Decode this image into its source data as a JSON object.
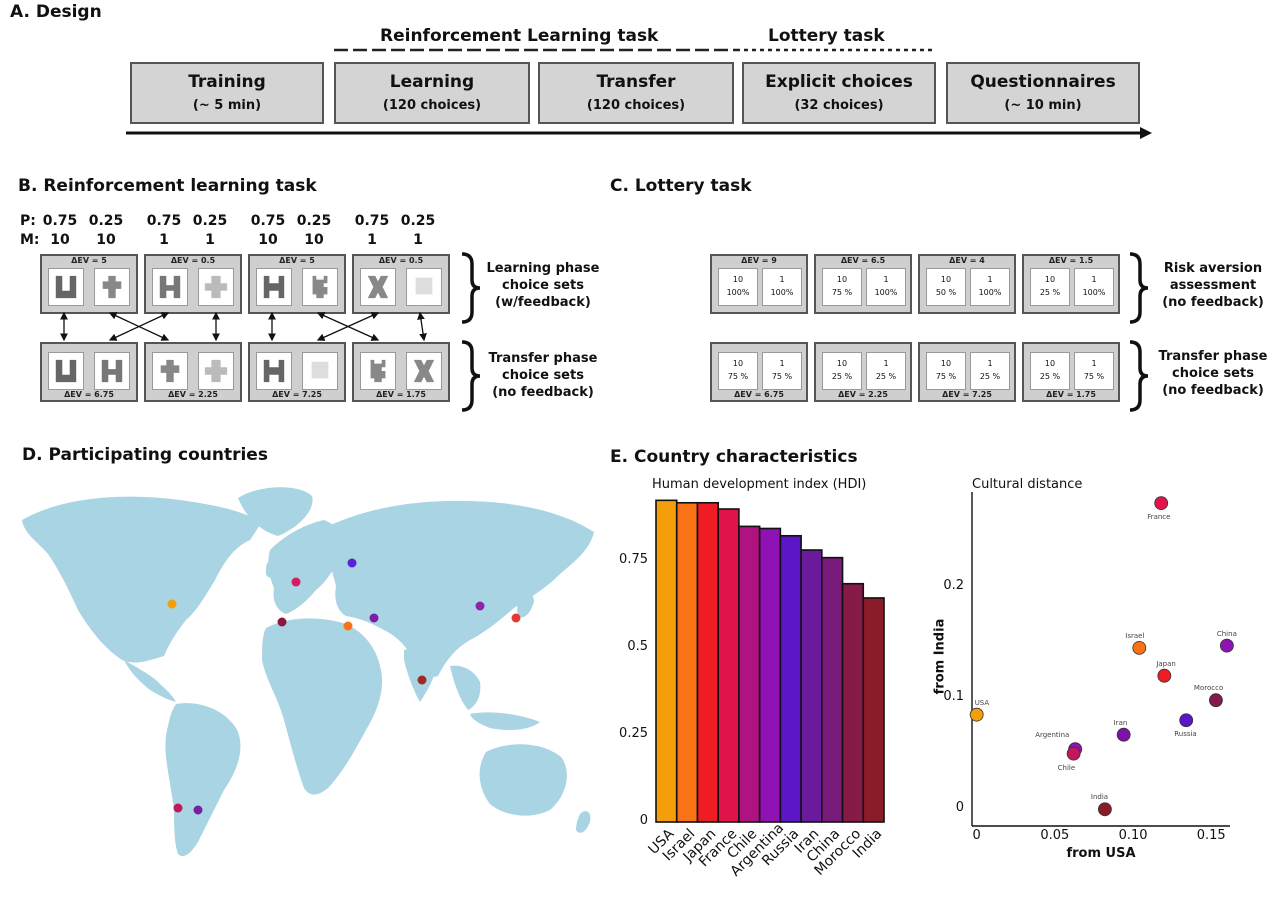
{
  "panelA": {
    "title": "A. Design",
    "rl_label": "Reinforcement Learning task",
    "lottery_label": "Lottery task",
    "stages": [
      {
        "title": "Training",
        "sub": "(~ 5 min)"
      },
      {
        "title": "Learning",
        "sub": "(120 choices)"
      },
      {
        "title": "Transfer",
        "sub": "(120 choices)"
      },
      {
        "title": "Explicit choices",
        "sub": "(32 choices)"
      },
      {
        "title": "Questionnaires",
        "sub": "(~ 10 min)"
      }
    ]
  },
  "panelB": {
    "title": "B. Reinforcement learning task",
    "p_label": "P:",
    "m_label": "M:",
    "p_values": [
      "0.75",
      "0.25",
      "0.75",
      "0.25",
      "0.75",
      "0.25",
      "0.75",
      "0.25"
    ],
    "m_values": [
      "10",
      "10",
      "1",
      "1",
      "10",
      "10",
      "1",
      "1"
    ],
    "learning_ev": [
      "ΔEV = 5",
      "ΔEV = 0.5",
      "ΔEV = 5",
      "ΔEV = 0.5"
    ],
    "transfer_ev": [
      "ΔEV = 6.75",
      "ΔEV = 2.25",
      "ΔEV = 7.25",
      "ΔEV = 1.75"
    ],
    "learning_label": [
      "Learning phase",
      "choice sets",
      "(w/feedback)"
    ],
    "transfer_label": [
      "Transfer phase",
      "choice sets",
      "(no feedback)"
    ]
  },
  "panelC": {
    "title": "C. Lottery task",
    "risk_ev": [
      "ΔEV = 9",
      "ΔEV = 6.5",
      "ΔEV = 4",
      "ΔEV = 1.5"
    ],
    "risk_cards": [
      [
        [
          "10",
          "100%"
        ],
        [
          "1",
          "100%"
        ]
      ],
      [
        [
          "10",
          "75 %"
        ],
        [
          "1",
          "100%"
        ]
      ],
      [
        [
          "10",
          "50 %"
        ],
        [
          "1",
          "100%"
        ]
      ],
      [
        [
          "10",
          "25 %"
        ],
        [
          "1",
          "100%"
        ]
      ]
    ],
    "transfer_ev": [
      "ΔEV = 6.75",
      "ΔEV = 2.25",
      "ΔEV = 7.25",
      "ΔEV = 1.75"
    ],
    "transfer_cards": [
      [
        [
          "10",
          "75 %"
        ],
        [
          "1",
          "75 %"
        ]
      ],
      [
        [
          "10",
          "25 %"
        ],
        [
          "1",
          "25 %"
        ]
      ],
      [
        [
          "10",
          "75 %"
        ],
        [
          "1",
          "25 %"
        ]
      ],
      [
        [
          "10",
          "25 %"
        ],
        [
          "1",
          "75 %"
        ]
      ]
    ],
    "risk_label": [
      "Risk aversion",
      "assessment",
      "(no feedback)"
    ],
    "transfer_label": [
      "Transfer phase",
      "choice sets",
      "(no feedback)"
    ]
  },
  "panelD": {
    "title": "D. Participating countries",
    "map_color": "#a9d4e3",
    "markers": [
      {
        "country": "USA",
        "color": "#f59e0b"
      },
      {
        "country": "France",
        "color": "#d81b60"
      },
      {
        "country": "Russia",
        "color": "#5b21d6"
      },
      {
        "country": "Morocco",
        "color": "#8b1a3a"
      },
      {
        "country": "Israel",
        "color": "#f97316"
      },
      {
        "country": "Iran",
        "color": "#7e1ea8"
      },
      {
        "country": "China",
        "color": "#8e24aa"
      },
      {
        "country": "Japan",
        "color": "#e53935"
      },
      {
        "country": "India",
        "color": "#9b2c1f"
      },
      {
        "country": "Chile",
        "color": "#c2185b"
      },
      {
        "country": "Argentina",
        "color": "#7b1fa2"
      }
    ]
  },
  "panelE": {
    "title": "E. Country characteristics",
    "hdi_title": "Human development index (HDI)",
    "scatter_title": "Cultural distance"
  },
  "chart_data": [
    {
      "type": "bar",
      "title": "Human development index (HDI)",
      "categories": [
        "USA",
        "Israel",
        "Japan",
        "France",
        "Chile",
        "Argentina",
        "Russia",
        "Iran",
        "China",
        "Morocco",
        "India"
      ],
      "values": [
        0.926,
        0.919,
        0.919,
        0.901,
        0.851,
        0.845,
        0.824,
        0.783,
        0.761,
        0.686,
        0.645
      ],
      "colors": [
        "#f59e0b",
        "#f97316",
        "#ef1c24",
        "#e0144a",
        "#b0127f",
        "#8e12b4",
        "#5b16c8",
        "#6a1a9a",
        "#7a1a7a",
        "#861a48",
        "#8a1c2a"
      ],
      "ylim": [
        0,
        0.95
      ],
      "yticks": [
        "0",
        "0.25",
        "0.5",
        "0.75"
      ],
      "ytick_values": [
        0,
        0.25,
        0.5,
        0.75
      ]
    },
    {
      "type": "scatter",
      "title": "Cultural distance",
      "xlabel": "from USA",
      "ylabel": "from India",
      "xlim": [
        -0.003,
        0.162
      ],
      "ylim": [
        -0.015,
        0.285
      ],
      "xticks": [
        "0",
        "0.05",
        "0.10",
        "0.15"
      ],
      "xtick_values": [
        0,
        0.05,
        0.1,
        0.15
      ],
      "yticks": [
        "0",
        "0.1",
        "0.2"
      ],
      "ytick_values": [
        0,
        0.1,
        0.2
      ],
      "points": [
        {
          "label": "USA",
          "x": 0.0,
          "y": 0.085,
          "color": "#f59e0b"
        },
        {
          "label": "France",
          "x": 0.118,
          "y": 0.275,
          "color": "#e0144a"
        },
        {
          "label": "Israel",
          "x": 0.104,
          "y": 0.145,
          "color": "#f97316"
        },
        {
          "label": "Japan",
          "x": 0.12,
          "y": 0.12,
          "color": "#ef1c24"
        },
        {
          "label": "China",
          "x": 0.16,
          "y": 0.147,
          "color": "#8e12b4"
        },
        {
          "label": "Morocco",
          "x": 0.153,
          "y": 0.098,
          "color": "#861a48"
        },
        {
          "label": "Russia",
          "x": 0.134,
          "y": 0.08,
          "color": "#5b16c8"
        },
        {
          "label": "Iran",
          "x": 0.094,
          "y": 0.067,
          "color": "#7e12a8"
        },
        {
          "label": "Argentina",
          "x": 0.063,
          "y": 0.054,
          "color": "#8e12b4"
        },
        {
          "label": "Chile",
          "x": 0.062,
          "y": 0.05,
          "color": "#c2185b"
        },
        {
          "label": "India",
          "x": 0.082,
          "y": 0.0,
          "color": "#8a1c2a"
        }
      ]
    }
  ]
}
